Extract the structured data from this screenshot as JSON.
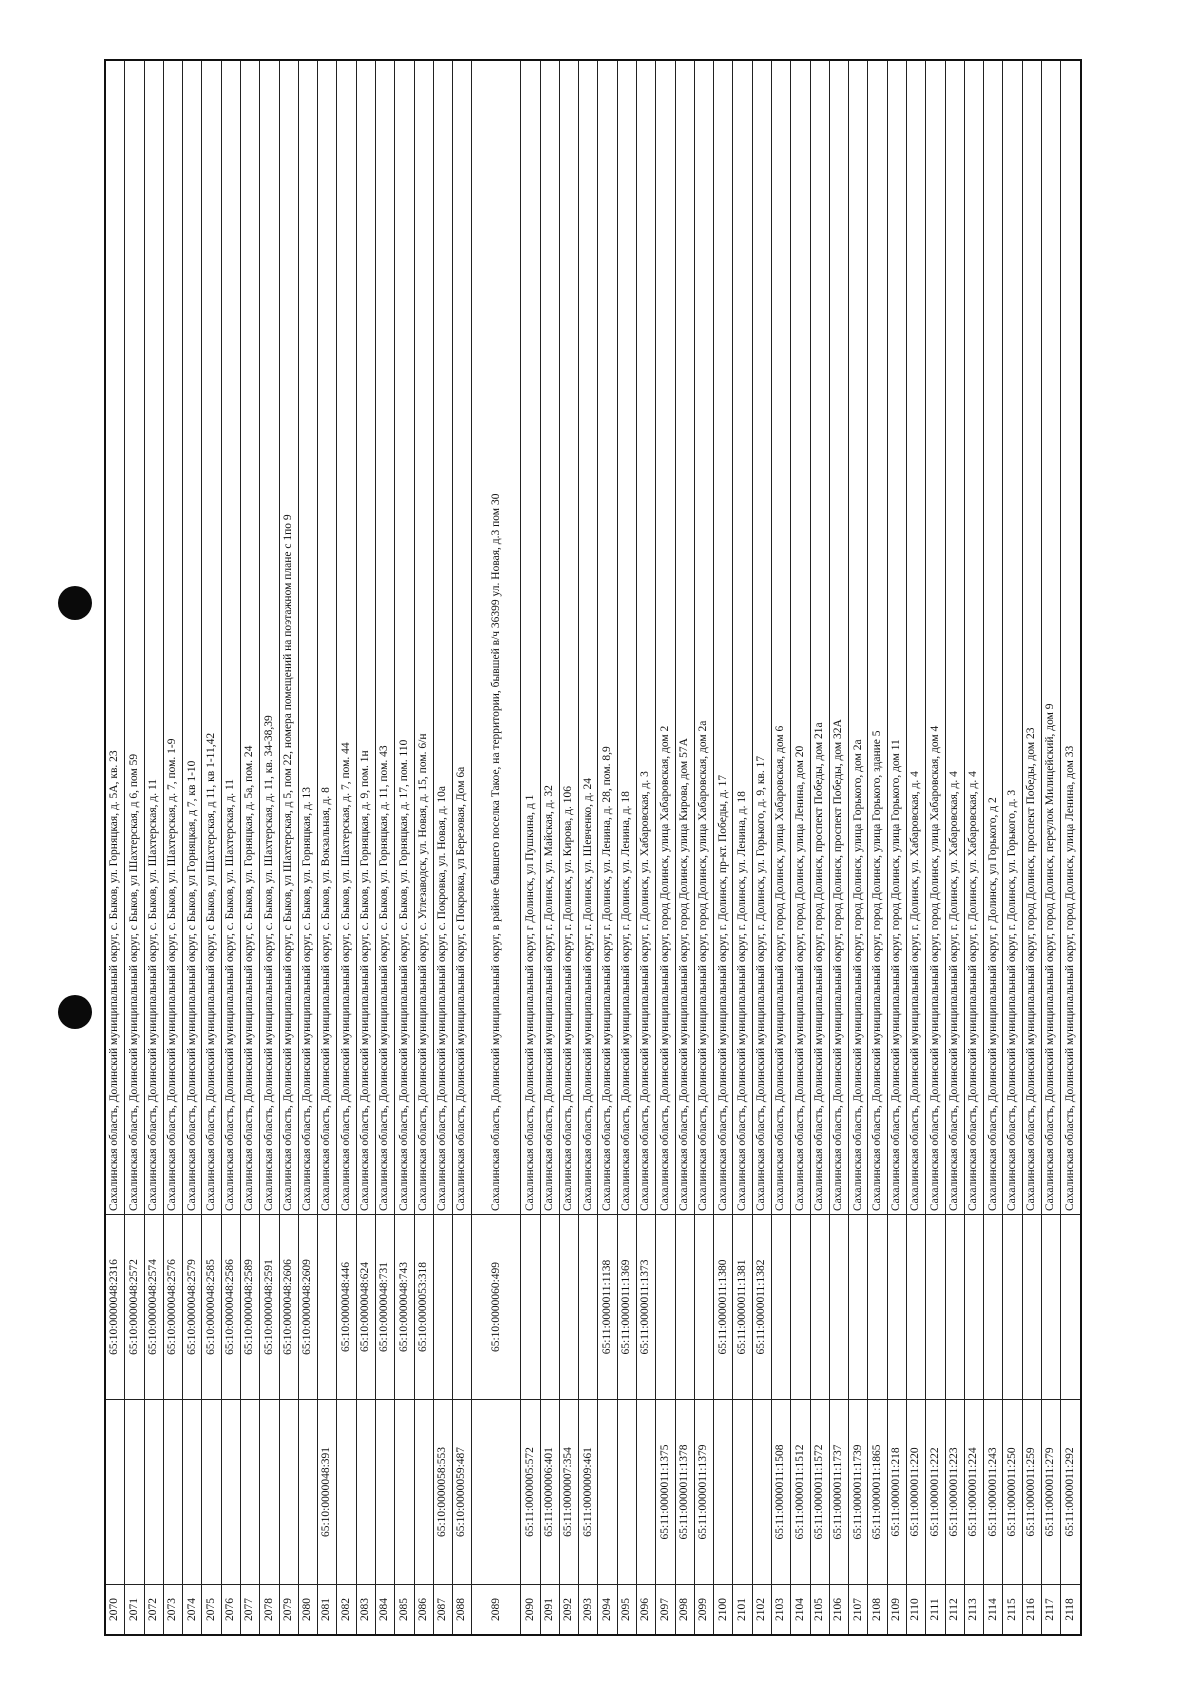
{
  "rows": [
    {
      "num": "2070",
      "a": "",
      "b": "65:10:0000048:2316",
      "addr": "Сахалинская область, Долинский муниципальный округ, с. Быков, ул. Горняцкая, д. 5А, кв. 23"
    },
    {
      "num": "2071",
      "a": "",
      "b": "65:10:0000048:2572",
      "addr": "Сахалинская область, Долинский муниципальный округ, с Быков, ул Шахтерская, д 6, пом 59"
    },
    {
      "num": "2072",
      "a": "",
      "b": "65:10:0000048:2574",
      "addr": "Сахалинская область, Долинский муниципальный округ, с. Быков, ул. Шахтерская, д. 11"
    },
    {
      "num": "2073",
      "a": "",
      "b": "65:10:0000048:2576",
      "addr": "Сахалинская область, Долинский муниципальный округ, с. Быков, ул. Шахтерская, д. 7, пом. 1-9"
    },
    {
      "num": "2074",
      "a": "",
      "b": "65:10:0000048:2579",
      "addr": "Сахалинская область, Долинский муниципальный округ, с Быков, ул Горняцкая, д 7, кв 1-10"
    },
    {
      "num": "2075",
      "a": "",
      "b": "65:10:0000048:2585",
      "addr": "Сахалинская область, Долинский муниципальный округ, с Быков, ул Шахтерская, д 11, кв 1-11,42"
    },
    {
      "num": "2076",
      "a": "",
      "b": "65:10:0000048:2586",
      "addr": "Сахалинская область, Долинский муниципальный округ, с. Быков, ул. Шахтерская, д. 11"
    },
    {
      "num": "2077",
      "a": "",
      "b": "65:10:0000048:2589",
      "addr": "Сахалинская область, Долинский муниципальный округ, с. Быков, ул. Горняцкая, д. 5а, пом. 24"
    },
    {
      "num": "2078",
      "a": "",
      "b": "65:10:0000048:2591",
      "addr": "Сахалинская область, Долинский муниципальный округ, с. Быков, ул. Шахтерская, д. 11, кв. 34-38,39"
    },
    {
      "num": "2079",
      "a": "",
      "b": "65:10:0000048:2606",
      "addr": "Сахалинская область, Долинский муниципальный округ, с Быков, ул Шахтерская, д 5, пом 22, номера помещений на поэтажном плане с 1по 9"
    },
    {
      "num": "2080",
      "a": "",
      "b": "65:10:0000048:2609",
      "addr": "Сахалинская область, Долинский муниципальный округ, с. Быков, ул. Горняцкая, д. 13"
    },
    {
      "num": "2081",
      "a": "65:10:0000048:391",
      "b": "",
      "addr": "Сахалинская область, Долинский муниципальный округ, с. Быков, ул. Вокзальная, д. 8"
    },
    {
      "num": "2082",
      "a": "",
      "b": "65:10:0000048:446",
      "addr": "Сахалинская область, Долинский муниципальный округ, с. Быков, ул. Шахтерская, д. 7, пом. 44"
    },
    {
      "num": "2083",
      "a": "",
      "b": "65:10:0000048:624",
      "addr": "Сахалинская область, Долинский муниципальный округ, с. Быков, ул. Горняцкая, д. 9, пом. 1н"
    },
    {
      "num": "2084",
      "a": "",
      "b": "65:10:0000048:731",
      "addr": "Сахалинская область, Долинский муниципальный округ, с. Быков, ул. Горняцкая, д. 11, пом. 43"
    },
    {
      "num": "2085",
      "a": "",
      "b": "65:10:0000048:743",
      "addr": "Сахалинская область, Долинский муниципальный округ, с. Быков, ул. Горняцкая, д. 17, пом. 110"
    },
    {
      "num": "2086",
      "a": "",
      "b": "65:10:0000053:318",
      "addr": "Сахалинская область, Долинский муниципальный округ, с. Углезаводск, ул. Новая, д. 15, пом. 6/н"
    },
    {
      "num": "2087",
      "a": "65:10:0000058:553",
      "b": "",
      "addr": "Сахалинская область, Долинский муниципальный округ, с. Покровка, ул. Новая, д. 10а"
    },
    {
      "num": "2088",
      "a": "65:10:0000059:487",
      "b": "",
      "addr": "Сахалинская область, Долинский муниципальный округ, с Покровка, ул Березовая, Дом 6а"
    },
    {
      "num": "2089",
      "a": "",
      "b": "65:10:0000060:499",
      "addr": "Сахалинская область, Долинский муниципальный округ, в районе бывшего поселка Такое, на территории, бывшей в/ч 36399 ул. Новая, д.3 пом 30",
      "tall": true
    },
    {
      "num": "2090",
      "a": "65:11:0000005:572",
      "b": "",
      "addr": "Сахалинская область, Долинский муниципальный округ, г Долинск, ул Пушкина, д 1"
    },
    {
      "num": "2091",
      "a": "65:11:0000006:401",
      "b": "",
      "addr": "Сахалинская область, Долинский муниципальный округ, г. Долинск, ул. Майская, д. 32"
    },
    {
      "num": "2092",
      "a": "65:11:0000007:354",
      "b": "",
      "addr": "Сахалинская область, Долинский муниципальный округ, г. Долинск, ул. Кирова, д. 106"
    },
    {
      "num": "2093",
      "a": "65:11:0000009:461",
      "b": "",
      "addr": "Сахалинская область, Долинский муниципальный округ, г. Долинск, ул. Шевченко, д. 24"
    },
    {
      "num": "2094",
      "a": "",
      "b": "65:11:0000011:1138",
      "addr": "Сахалинская область, Долинский муниципальный округ, г. Долинск, ул. Ленина, д. 28, пом. 8,9"
    },
    {
      "num": "2095",
      "a": "",
      "b": "65:11:0000011:1369",
      "addr": "Сахалинская область, Долинский муниципальный округ, г. Долинск, ул. Ленина, д. 18"
    },
    {
      "num": "2096",
      "a": "",
      "b": "65:11:0000011:1373",
      "addr": "Сахалинская область, Долинский муниципальный округ, г. Долинск, ул. Хабаровская, д. 3"
    },
    {
      "num": "2097",
      "a": "65:11:0000011:1375",
      "b": "",
      "addr": "Сахалинская область, Долинский муниципальный округ, город Долинск, улица Хабаровская, дом 2"
    },
    {
      "num": "2098",
      "a": "65:11:0000011:1378",
      "b": "",
      "addr": "Сахалинская область, Долинский муниципальный округ, город Долинск, улица Кирова, дом 57А"
    },
    {
      "num": "2099",
      "a": "65:11:0000011:1379",
      "b": "",
      "addr": "Сахалинская область, Долинский муниципальный округ, город Долинск, улица Хабаровская, дом 2а"
    },
    {
      "num": "2100",
      "a": "",
      "b": "65:11:0000011:1380",
      "addr": "Сахалинская область, Долинский муниципальный округ, г. Долинск, пр-кт. Победы, д. 17"
    },
    {
      "num": "2101",
      "a": "",
      "b": "65:11:0000011:1381",
      "addr": "Сахалинская область, Долинский муниципальный округ, г. Долинск, ул. Ленина, д. 18"
    },
    {
      "num": "2102",
      "a": "",
      "b": "65:11:0000011:1382",
      "addr": "Сахалинская область, Долинский муниципальный округ, г. Долинск, ул. Горького, д. 9, кв. 17"
    },
    {
      "num": "2103",
      "a": "65:11:0000011:1508",
      "b": "",
      "addr": "Сахалинская область, Долинский муниципальный округ, город Долинск, улица Хабаровская, дом 6"
    },
    {
      "num": "2104",
      "a": "65:11:0000011:1512",
      "b": "",
      "addr": "Сахалинская область, Долинский муниципальный округ, город Долинск, улица Ленина, дом 20"
    },
    {
      "num": "2105",
      "a": "65:11:0000011:1572",
      "b": "",
      "addr": "Сахалинская область, Долинский муниципальный округ, город Долинск, проспект Победы, дом 21а"
    },
    {
      "num": "2106",
      "a": "65:11:0000011:1737",
      "b": "",
      "addr": "Сахалинская область, Долинский муниципальный округ, город Долинск, проспект Победы, дом 32А"
    },
    {
      "num": "2107",
      "a": "65:11:0000011:1739",
      "b": "",
      "addr": "Сахалинская область, Долинский муниципальный округ, город Долинск, улица Горького, дом 2а"
    },
    {
      "num": "2108",
      "a": "65:11:0000011:1865",
      "b": "",
      "addr": "Сахалинская область, Долинский муниципальный округ, город Долинск, улица Горького, здание 5"
    },
    {
      "num": "2109",
      "a": "65:11:0000011:218",
      "b": "",
      "addr": "Сахалинская область, Долинский муниципальный округ, город Долинск, улица Горького, дом 11"
    },
    {
      "num": "2110",
      "a": "65:11:0000011:220",
      "b": "",
      "addr": "Сахалинская область, Долинский муниципальный округ, г. Долинск, ул. Хабаровская, д. 4"
    },
    {
      "num": "2111",
      "a": "65:11:0000011:222",
      "b": "",
      "addr": "Сахалинская область, Долинский муниципальный округ, город Долинск, улица Хабаровская, дом 4"
    },
    {
      "num": "2112",
      "a": "65:11:0000011:223",
      "b": "",
      "addr": "Сахалинская область, Долинский муниципальный округ, г. Долинск, ул. Хабаровская, д. 4"
    },
    {
      "num": "2113",
      "a": "65:11:0000011:224",
      "b": "",
      "addr": "Сахалинская область, Долинский муниципальный округ, г. Долинск, ул. Хабаровская, д. 4"
    },
    {
      "num": "2114",
      "a": "65:11:0000011:243",
      "b": "",
      "addr": "Сахалинская область, Долинский муниципальный округ, г Долинск, ул Горького, д 2"
    },
    {
      "num": "2115",
      "a": "65:11:0000011:250",
      "b": "",
      "addr": "Сахалинская область, Долинский муниципальный округ, г. Долинск, ул. Горького, д. 3"
    },
    {
      "num": "2116",
      "a": "65:11:0000011:259",
      "b": "",
      "addr": "Сахалинская область, Долинский муниципальный округ, город Долинск, проспект Победы, дом 23"
    },
    {
      "num": "2117",
      "a": "65:11:0000011:279",
      "b": "",
      "addr": "Сахалинская область, Долинский муниципальный округ, город Долинск, переулок Милицейский, дом 9"
    },
    {
      "num": "2118",
      "a": "65:11:0000011:292",
      "b": "",
      "addr": "Сахалинская область, Долинский муниципальный округ, город Долинск, улица Ленина, дом 33"
    }
  ]
}
